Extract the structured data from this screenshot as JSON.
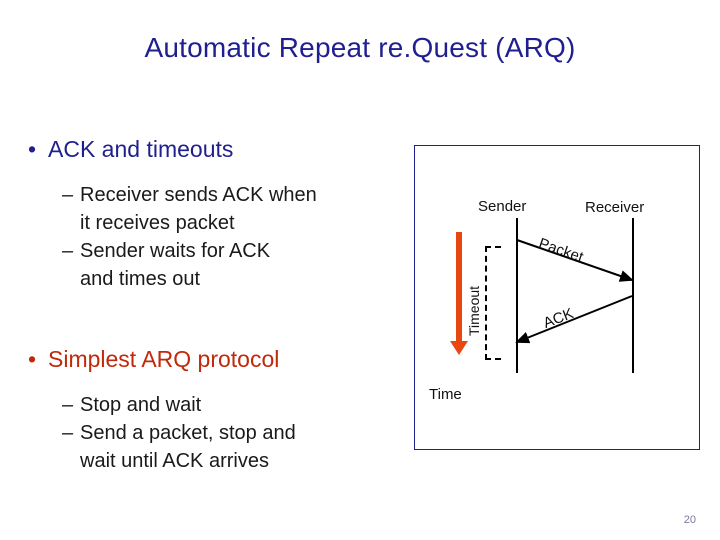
{
  "slide": {
    "title": "Automatic Repeat re.Quest (ARQ)",
    "page_number": "20",
    "bullets": [
      {
        "marker": "•",
        "text": "ACK and timeouts",
        "color": "#1f1f8f"
      },
      {
        "marker": "•",
        "text": "Simplest ARQ protocol",
        "color": "#c0290a"
      }
    ],
    "sub_items_group1": [
      {
        "marker": "–",
        "line1": "Receiver sends ACK when",
        "line2": "it receives packet"
      },
      {
        "marker": "–",
        "line1": "Sender waits for ACK",
        "line2": "and times out"
      }
    ],
    "sub_items_group2": [
      {
        "marker": "–",
        "line1": "Stop and wait",
        "line2": ""
      },
      {
        "marker": "–",
        "line1": "Send a packet, stop and",
        "line2": "wait until ACK arrives"
      }
    ]
  },
  "diagram": {
    "sender_label": "Sender",
    "receiver_label": "Receiver",
    "timeout_label": "Timeout",
    "time_label": "Time",
    "packet_label": "Packet",
    "ack_label": "ACK",
    "colors": {
      "border": "#1f1f8f",
      "timeout_arrow": "#e8470f",
      "lines": "#000000"
    }
  }
}
